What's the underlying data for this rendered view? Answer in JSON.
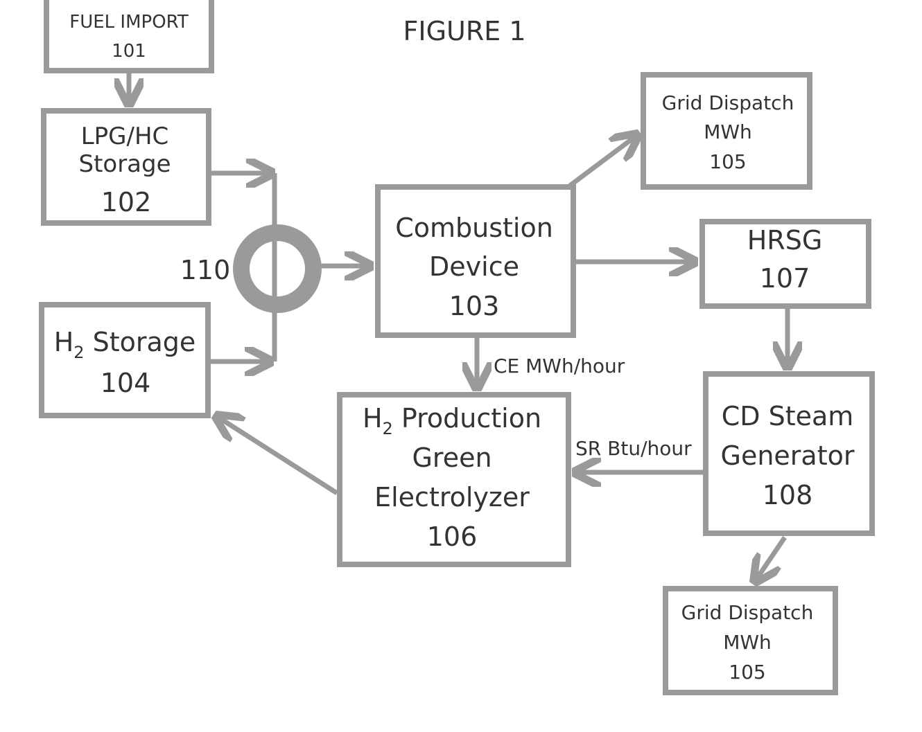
{
  "figure_title": "FIGURE 1",
  "nodes": {
    "fuel_import": {
      "line1": "FUEL IMPORT",
      "number": "101"
    },
    "lpg_storage": {
      "line1": "LPG/HC",
      "line2": "Storage",
      "number": "102"
    },
    "combustion": {
      "line1": "Combustion",
      "line2": "Device",
      "number": "103"
    },
    "h2_storage": {
      "prefix": "H",
      "subscript": "2",
      "suffix": " Storage",
      "number": "104"
    },
    "grid_dispatch_top": {
      "line1": "Grid Dispatch",
      "line2": "MWh",
      "number": "105"
    },
    "h2_production": {
      "prefix": "H",
      "subscript": "2",
      "suffix": " Production",
      "line2": "Green",
      "line3": "Electrolyzer",
      "number": "106"
    },
    "hrsg": {
      "line1": "HRSG",
      "number": "107"
    },
    "cd_steam": {
      "line1": "CD Steam",
      "line2": "Generator",
      "number": "108"
    },
    "grid_dispatch_bottom": {
      "line1": "Grid Dispatch",
      "line2": "MWh",
      "number": "105"
    },
    "mixer": {
      "number": "110"
    }
  },
  "edge_labels": {
    "ce": "CE MWh/hour",
    "sr": "SR Btu/hour"
  }
}
